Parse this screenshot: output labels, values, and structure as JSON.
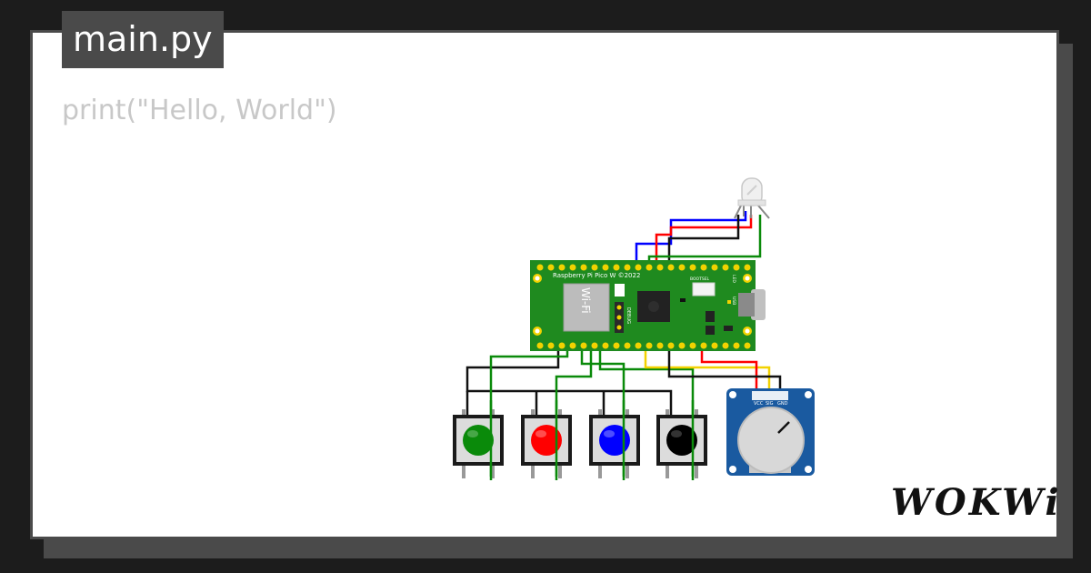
{
  "file_tab": {
    "name": "main.py"
  },
  "editor": {
    "code": "print(\"Hello, World\")"
  },
  "board": {
    "label": "Raspberry Pi Pico W ©2022",
    "bootsel_label": "BOOTSEL",
    "wifi_label": "Wi-Fi",
    "debug_label": "DEBUG",
    "led_label": "LED",
    "usb_label": "USB"
  },
  "potentiometer": {
    "pins": [
      "VCC",
      "SIG",
      "GND"
    ]
  },
  "buttons": [
    {
      "color": "#0a8a0a",
      "name": "green"
    },
    {
      "color": "#ff0000",
      "name": "red"
    },
    {
      "color": "#0000ff",
      "name": "blue"
    },
    {
      "color": "#000000",
      "name": "black"
    }
  ],
  "logo": {
    "text": "WOKWi"
  },
  "colors": {
    "background": "#1c1c1c",
    "card": "#ffffff",
    "tab": "#4a4a4a",
    "pcb": "#1f8a1f",
    "pot_board": "#1a5aa0"
  }
}
